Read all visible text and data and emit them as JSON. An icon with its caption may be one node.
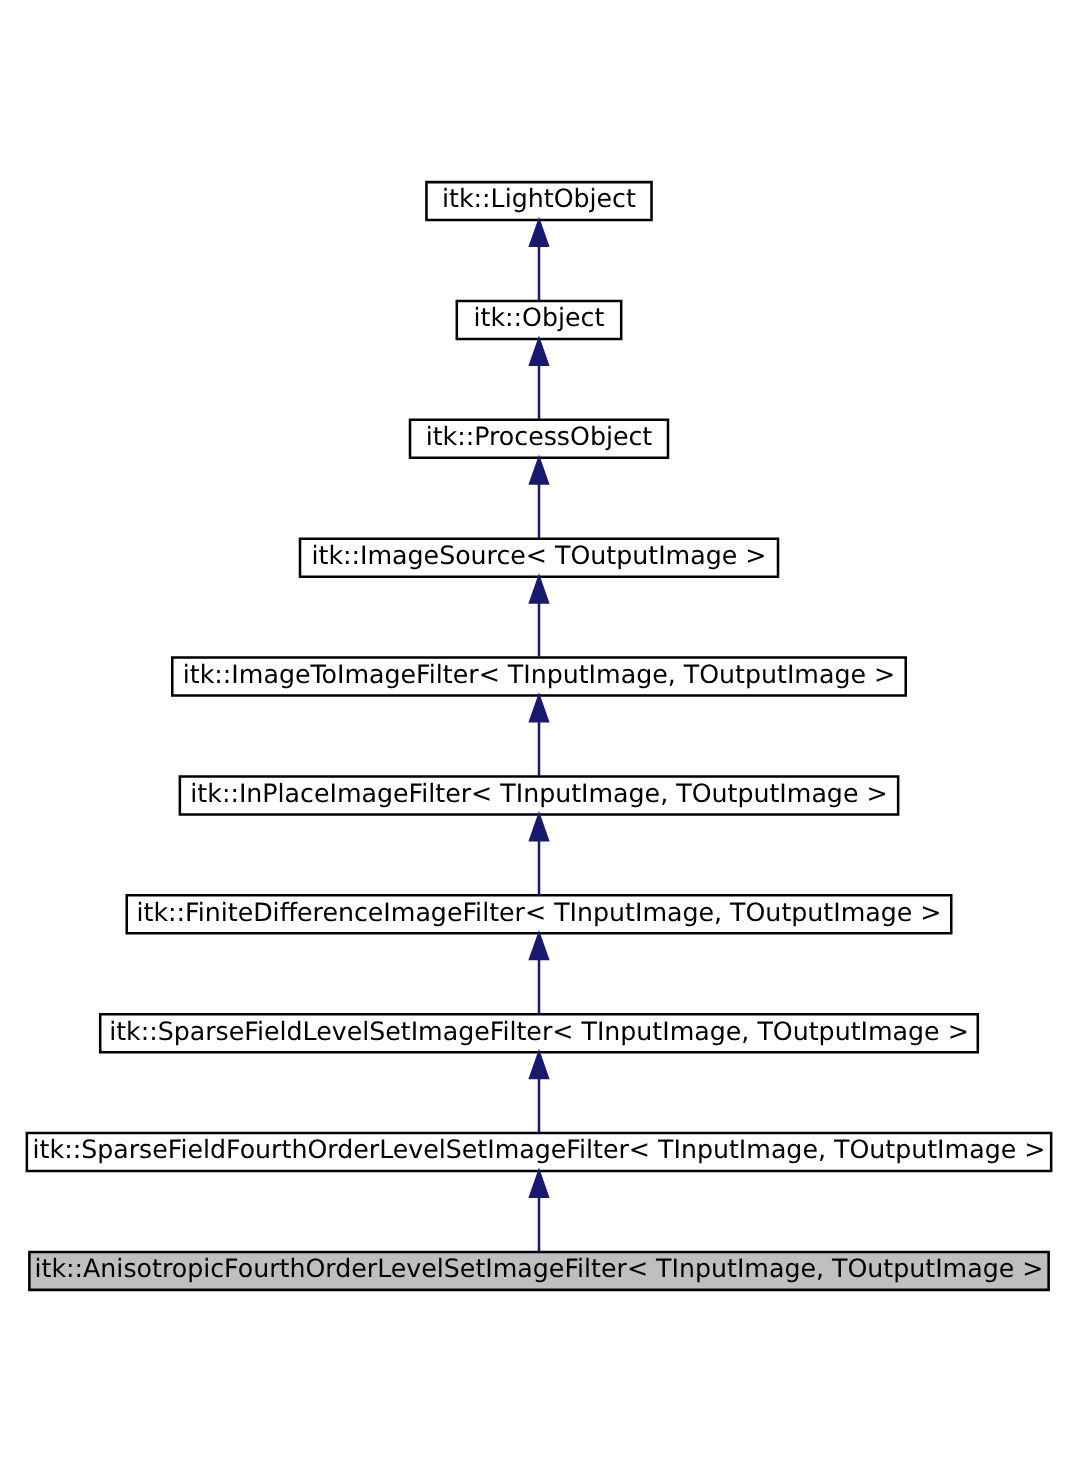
{
  "diagram": {
    "nodes": [
      {
        "text": [
          "itk::LightObject"
        ]
      },
      {
        "text": [
          "itk::Object"
        ]
      },
      {
        "text": [
          "itk::ProcessObject"
        ]
      },
      {
        "text": [
          "itk::ImageSource< TOutputImage >"
        ]
      },
      {
        "text": [
          "itk::ImageToImageFilter< TInputImage, TOutputImage >"
        ]
      },
      {
        "text": [
          "itk::InPlaceImageFilter< TInputImage, TOutputImage >"
        ]
      },
      {
        "text": [
          "itk::FiniteDifferenceImageFilter< TInputImage, TOutputImage >"
        ]
      },
      {
        "text": [
          "itk::SparseFieldLevelSetImageFilter< TInputImage, TOutputImage >"
        ]
      },
      {
        "text": [
          "itk::SparseFieldFourthOrderLevelSetImageFilter< TInputImage, TOutputImage >"
        ]
      },
      {
        "text": [
          "itk::AnisotropicFourthOrderLevelSetImageFilter< TInputImage, TOutputImage >"
        ]
      }
    ],
    "edges": [
      {
        "from": 1,
        "to": 0,
        "arrow": "to"
      },
      {
        "from": 2,
        "to": 1,
        "arrow": "to"
      },
      {
        "from": 3,
        "to": 2,
        "arrow": "to"
      },
      {
        "from": 4,
        "to": 3,
        "arrow": "to"
      },
      {
        "from": 5,
        "to": 4,
        "arrow": "to"
      },
      {
        "from": 6,
        "to": 5,
        "arrow": "to"
      },
      {
        "from": 7,
        "to": 6,
        "arrow": "to"
      },
      {
        "from": 8,
        "to": 7,
        "arrow": "to"
      },
      {
        "from": 9,
        "to": 8,
        "arrow": "to"
      }
    ]
  }
}
